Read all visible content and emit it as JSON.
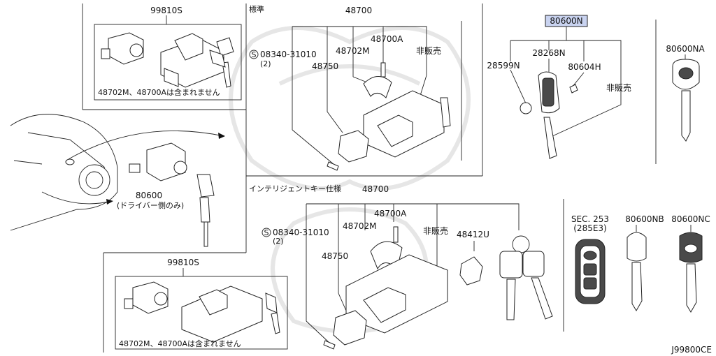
{
  "labels": {
    "kit_top": "99810S",
    "standard": "標準",
    "assy_top": "48700",
    "a_top": "48700A",
    "m_top": "48702M",
    "screw_top": "08340-31010",
    "screw_top_qty": "(2)",
    "b_top": "48750",
    "ns_top": "非販売",
    "kit_top_note": "48702M、48700Aは含まれません",
    "key_main": "80600N",
    "keycase": "28268N",
    "battery": "28599N",
    "screw_key": "80604H",
    "ns_key": "非販売",
    "key_na": "80600NA",
    "door_cyl": "80600",
    "door_cyl_note": "(ドライバー側のみ)",
    "intelligent": "インテリジェントキー仕様",
    "assy_bot": "48700",
    "a_bot": "48700A",
    "m_bot": "48702M",
    "screw_bot": "08340-31010",
    "screw_bot_qty": "(2)",
    "ns_bot": "非販売",
    "knob": "48412U",
    "b_bot": "48750",
    "kit_bot": "99810S",
    "kit_bot_note": "48702M、48700Aは含まれません",
    "sec": "SEC. 253",
    "sec_sub": "(285E3)",
    "key_nb": "80600NB",
    "key_nc": "80600NC",
    "diagram_id": "J99800CE",
    "s_mark": "S"
  },
  "colors": {
    "highlight": "#c9d3f0"
  }
}
